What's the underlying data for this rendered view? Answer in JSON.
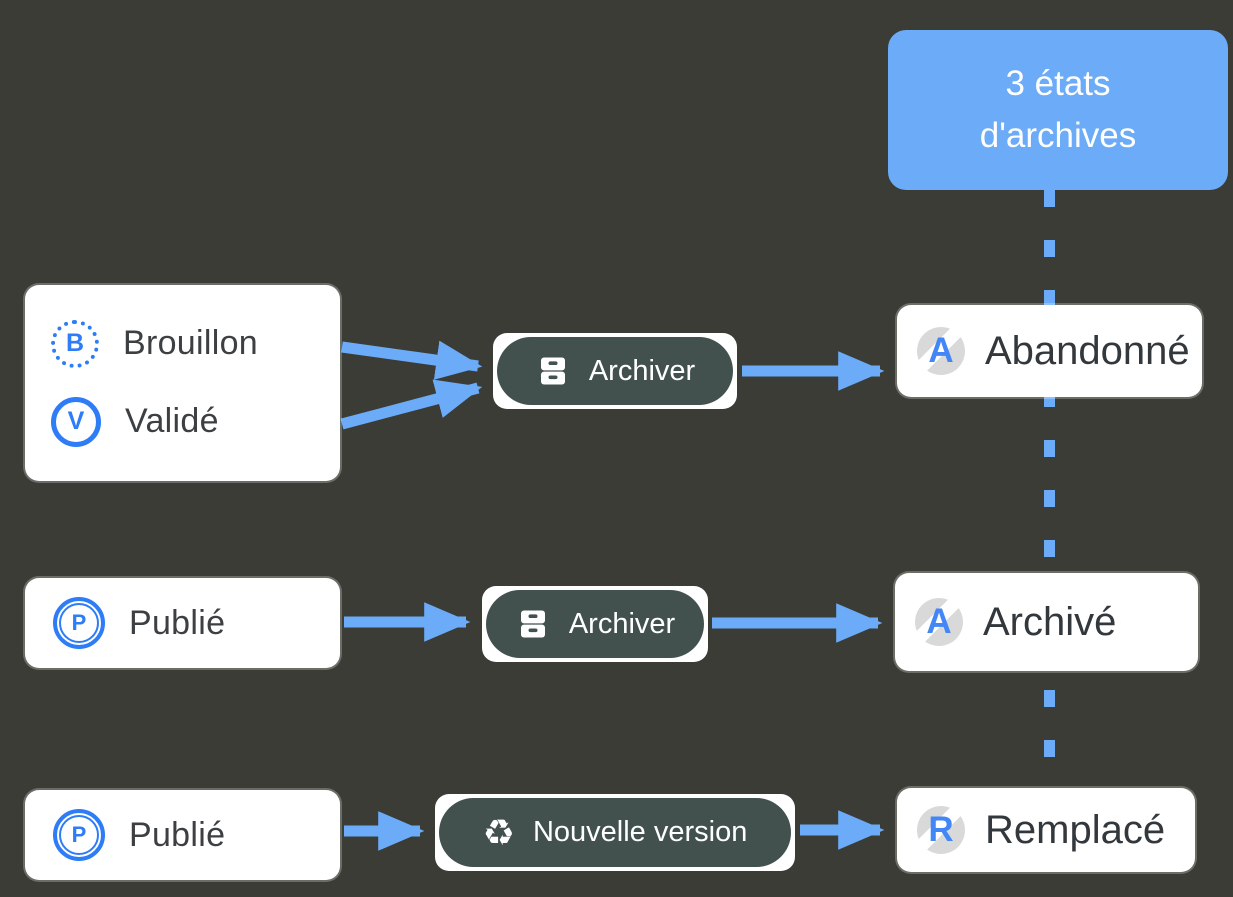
{
  "callout": {
    "line1": "3 états",
    "line2": "d'archives"
  },
  "states": {
    "brouillon": {
      "letter": "B",
      "label": "Brouillon"
    },
    "valide": {
      "letter": "V",
      "label": "Validé"
    },
    "publie_row2": {
      "letter": "P",
      "label": "Publié"
    },
    "publie_row3": {
      "letter": "P",
      "label": "Publié"
    },
    "abandonne": {
      "letter": "A",
      "label": "Abandonné"
    },
    "archive": {
      "letter": "A",
      "label": "Archivé"
    },
    "remplace": {
      "letter": "R",
      "label": "Remplacé"
    }
  },
  "actions": {
    "archiver_row1": {
      "label": "Archiver"
    },
    "archiver_row2": {
      "label": "Archiver"
    },
    "nouvelle_version": {
      "label": "Nouvelle version",
      "recycle_glyph": "♻"
    }
  },
  "colors": {
    "background": "#3a3c35",
    "accent_blue": "#6babf7",
    "icon_blue": "#2e7cf6",
    "letter_blue": "#4287f5",
    "button_dark": "#42514e",
    "text_dark": "#3c4043",
    "broken_circle_gray": "#d9d9d9",
    "card_white": "#ffffff"
  }
}
